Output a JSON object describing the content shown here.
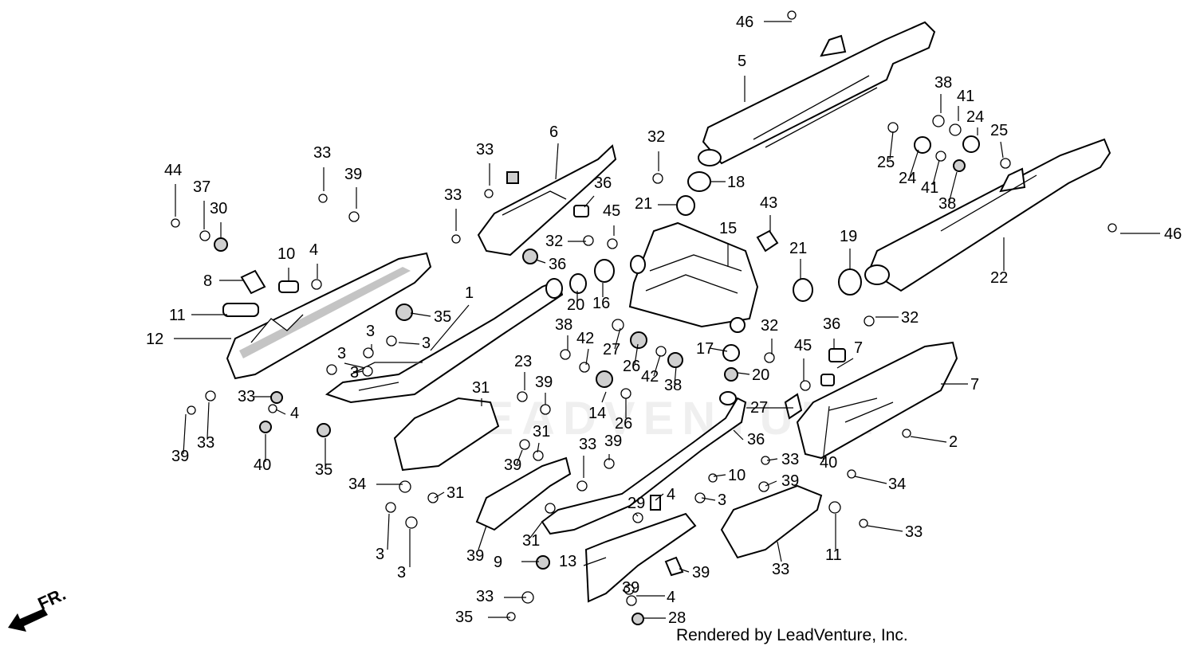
{
  "footer_credit": "Rendered by LeadVenture, Inc.",
  "watermark": "LEADVENTURE",
  "front_indicator": "FR.",
  "callouts": [
    "46",
    "5",
    "38",
    "41",
    "24",
    "25",
    "25",
    "24",
    "41",
    "38",
    "46",
    "22",
    "19",
    "32",
    "32",
    "18",
    "21",
    "43",
    "15",
    "21",
    "7",
    "6",
    "33",
    "33",
    "36",
    "45",
    "32",
    "36",
    "20",
    "16",
    "33",
    "39",
    "44",
    "37",
    "30",
    "10",
    "4",
    "8",
    "11",
    "12",
    "35",
    "1",
    "3",
    "3",
    "3",
    "3",
    "38",
    "42",
    "27",
    "26",
    "42",
    "38",
    "17",
    "20",
    "32",
    "45",
    "36",
    "7",
    "23",
    "39",
    "31",
    "14",
    "26",
    "27",
    "36",
    "2",
    "33",
    "4",
    "39",
    "33",
    "40",
    "35",
    "34",
    "39",
    "31",
    "31",
    "3",
    "3",
    "33",
    "39",
    "33",
    "10",
    "39",
    "4",
    "3",
    "29",
    "31",
    "39",
    "34",
    "11",
    "9",
    "13",
    "39",
    "33",
    "33",
    "40",
    "4",
    "39",
    "33",
    "35",
    "28"
  ]
}
